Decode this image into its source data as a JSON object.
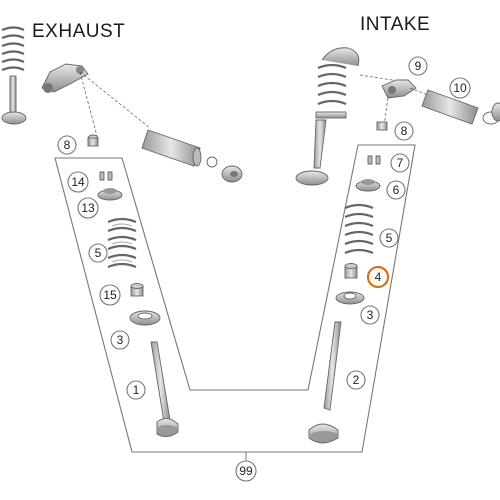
{
  "labels": {
    "exhaust": "EXHAUST",
    "intake": "INTAKE"
  },
  "callouts": [
    {
      "id": "c8-left",
      "text": "8"
    },
    {
      "id": "c14",
      "text": "14"
    },
    {
      "id": "c13",
      "text": "13"
    },
    {
      "id": "c5-left",
      "text": "5"
    },
    {
      "id": "c15",
      "text": "15"
    },
    {
      "id": "c3-left",
      "text": "3"
    },
    {
      "id": "c1",
      "text": "1"
    },
    {
      "id": "c9",
      "text": "9"
    },
    {
      "id": "c10",
      "text": "10"
    },
    {
      "id": "c8-right",
      "text": "8"
    },
    {
      "id": "c7",
      "text": "7"
    },
    {
      "id": "c6",
      "text": "6"
    },
    {
      "id": "c5-right",
      "text": "5"
    },
    {
      "id": "c4",
      "text": "4"
    },
    {
      "id": "c3-right",
      "text": "3"
    },
    {
      "id": "c2",
      "text": "2"
    },
    {
      "id": "c99",
      "text": "99"
    }
  ],
  "highlight_color": "#d9701a"
}
